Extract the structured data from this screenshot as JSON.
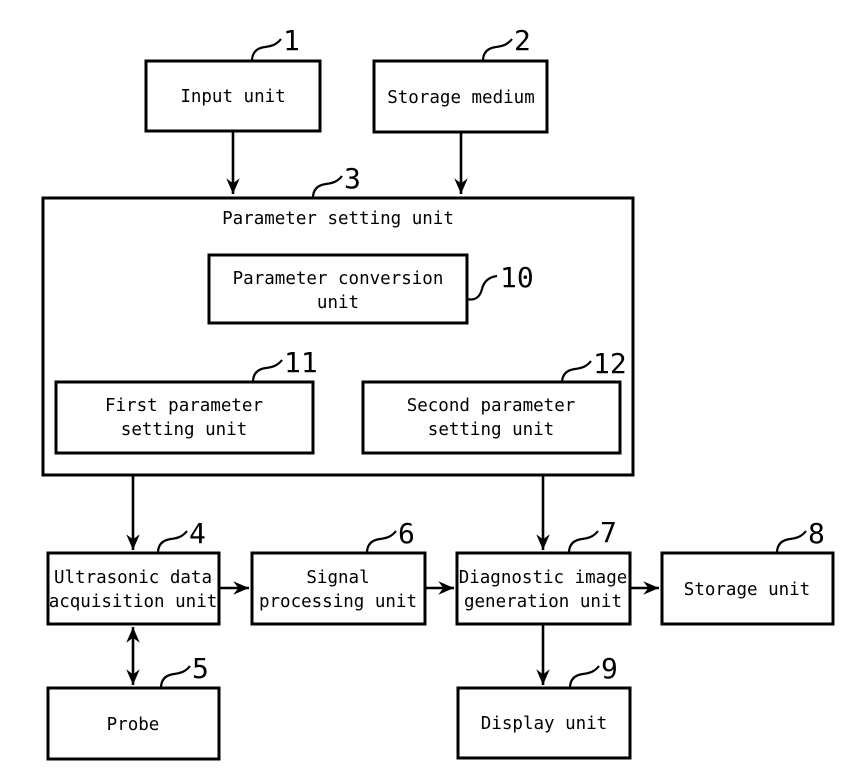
{
  "figure": {
    "background_color": "#ffffff",
    "line_color": "#000000",
    "type": "block-diagram"
  },
  "boxes": {
    "input_unit": {
      "label": "Input unit",
      "ref": "1"
    },
    "storage_medium": {
      "label": "Storage medium",
      "ref": "2"
    },
    "parameter_setting": {
      "label": "Parameter setting unit",
      "ref": "3"
    },
    "parameter_conversion": {
      "line1": "Parameter conversion",
      "line2": "unit",
      "ref": "10"
    },
    "first_parameter": {
      "line1": "First parameter",
      "line2": "setting unit",
      "ref": "11"
    },
    "second_parameter": {
      "line1": "Second parameter",
      "line2": "setting unit",
      "ref": "12"
    },
    "ultrasonic": {
      "line1": "Ultrasonic data",
      "line2": "acquisition unit",
      "ref": "4"
    },
    "signal": {
      "line1": "Signal",
      "line2": "processing unit",
      "ref": "6"
    },
    "diagnostic": {
      "line1": "Diagnostic image",
      "line2": "generation unit",
      "ref": "7"
    },
    "storage_unit": {
      "label": "Storage unit",
      "ref": "8"
    },
    "probe": {
      "label": "Probe",
      "ref": "5"
    },
    "display_unit": {
      "label": "Display unit",
      "ref": "9"
    }
  },
  "connections": [
    {
      "from": "Input unit",
      "to": "Parameter setting unit",
      "type": "arrow"
    },
    {
      "from": "Storage medium",
      "to": "Parameter setting unit",
      "type": "arrow"
    },
    {
      "from": "Parameter setting unit",
      "to": "Ultrasonic data acquisition unit",
      "type": "arrow"
    },
    {
      "from": "Parameter setting unit",
      "to": "Diagnostic image generation unit",
      "type": "arrow"
    },
    {
      "from": "Ultrasonic data acquisition unit",
      "to": "Signal processing unit",
      "type": "arrow"
    },
    {
      "from": "Signal processing unit",
      "to": "Diagnostic image generation unit",
      "type": "arrow"
    },
    {
      "from": "Diagnostic image generation unit",
      "to": "Storage unit",
      "type": "arrow"
    },
    {
      "from": "Diagnostic image generation unit",
      "to": "Display unit",
      "type": "arrow"
    },
    {
      "from": "Ultrasonic data acquisition unit",
      "to": "Probe",
      "type": "double-arrow"
    }
  ]
}
